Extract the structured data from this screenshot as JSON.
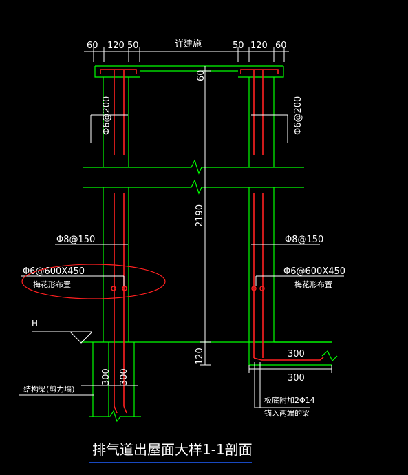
{
  "dims_top_left": [
    "60",
    "120",
    "50"
  ],
  "dim_top_middle": "详建施",
  "dims_top_right": [
    "50",
    "120",
    "60"
  ],
  "dim_60_vertical": "60",
  "dim_2190": "2190",
  "dim_120": "120",
  "left_rebar_vertical": "Φ6@200",
  "right_rebar_vertical": "Φ6@200",
  "left_rebar_phi8": "Φ8@150",
  "right_rebar_phi8": "Φ8@150",
  "left_tie": "Φ6@600X450",
  "left_tie_note": "梅花形布置",
  "right_tie": "Φ6@600X450",
  "right_tie_note": "梅花形布置",
  "level_mark": "H",
  "left_wall_label": "结构梁(剪力墙)",
  "left_dims_300": [
    "300",
    "300"
  ],
  "right_dim_300_top": "300",
  "right_dim_300_bottom": "300",
  "bottom_note_1": "板底附加2Φ14",
  "bottom_note_2": "锚入两端的梁",
  "title": "排气道出屋面大样1-1剖面",
  "colors": {
    "green": "#00ff00",
    "red": "#ff2020",
    "white": "#ffffff",
    "title_underline": "#2060ff"
  }
}
